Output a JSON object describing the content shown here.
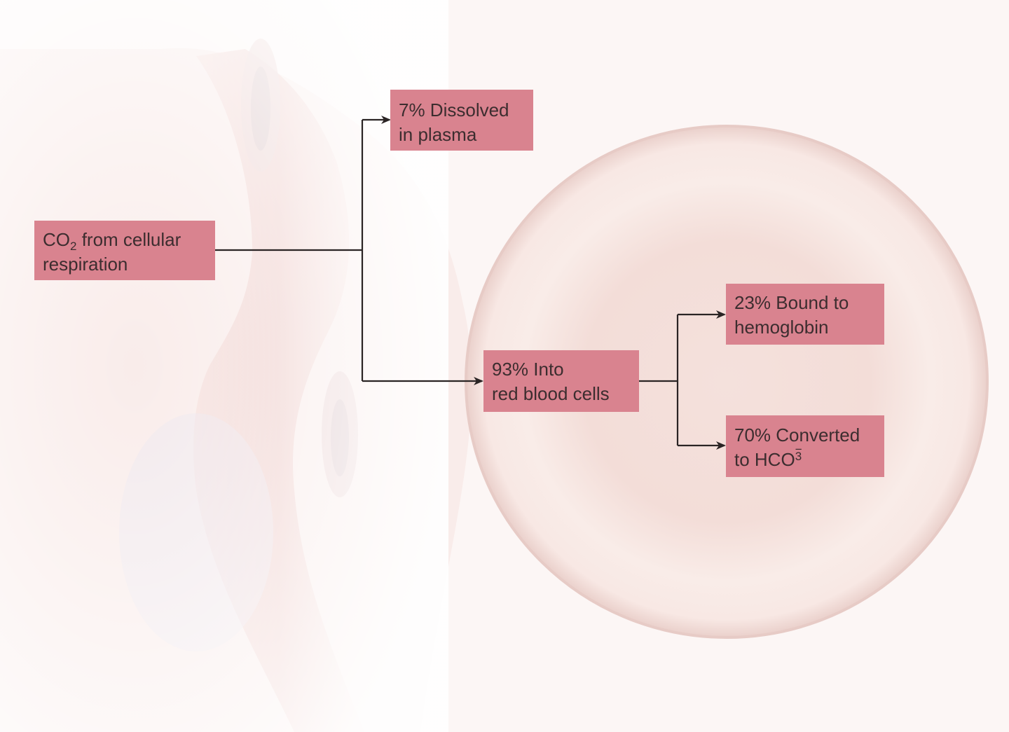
{
  "colors": {
    "box_fill": "#d9838f",
    "text": "#3c2d2f",
    "arrow": "#2a2424",
    "cell_fill": "#f7e6e2",
    "tissue": "#f3dcd9"
  },
  "nodes": {
    "source": {
      "line1_main": "CO",
      "line1_sub": "2",
      "line1_rest": " from cellular",
      "line2": "respiration"
    },
    "plasma": {
      "line1": "7% Dissolved",
      "line2": "in plasma"
    },
    "rbc": {
      "line1": "93% Into",
      "line2": "red blood cells"
    },
    "hemoglobin": {
      "line1": "23% Bound to",
      "line2": "hemoglobin"
    },
    "bicarbonate": {
      "line1": "70% Converted",
      "line2_main": "to HCO",
      "line2_sub": "3",
      "line2_sup": "−"
    }
  }
}
